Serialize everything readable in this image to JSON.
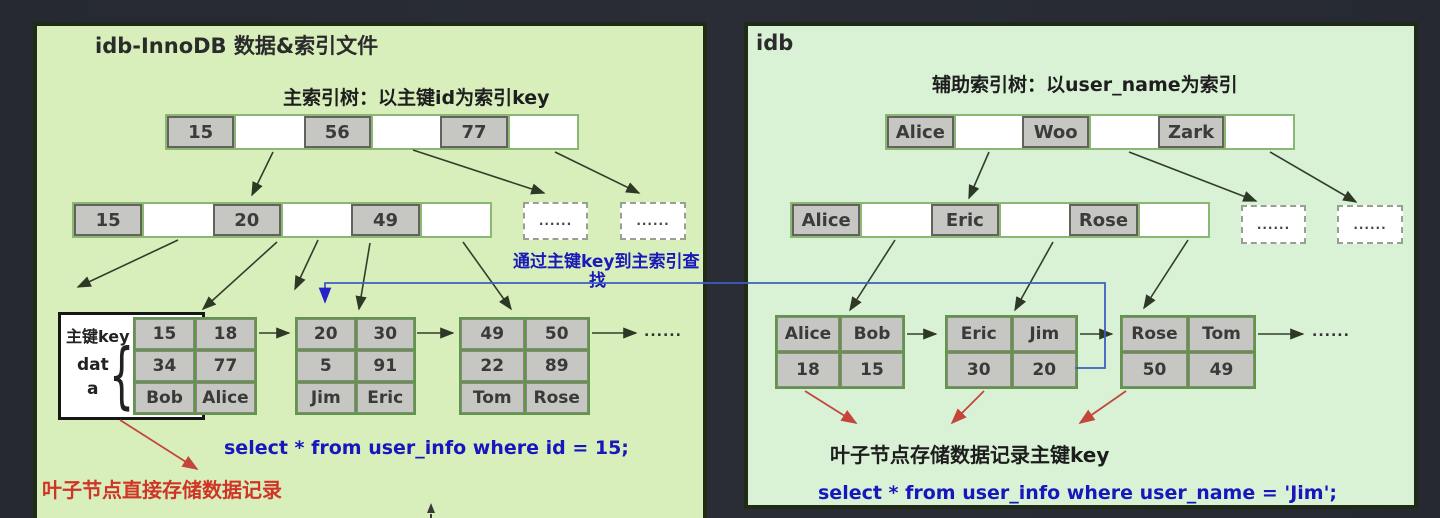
{
  "colors": {
    "panel_green_left": "#d8efbc",
    "panel_green_right": "#d9f2d6",
    "cell_gray": "#c6c6c2",
    "accent_blue": "#1717bd",
    "line_blue": "#3e5ec2",
    "accent_red": "#cf3426",
    "arrow_dark": "#333d2b"
  },
  "left": {
    "title": "idb-InnoDB 数据&索引文件",
    "subtitle": "主索引树：以主键id为索引key",
    "root": {
      "cells": [
        "15",
        "",
        "56",
        "",
        "77",
        ""
      ]
    },
    "level2": {
      "cells": [
        "15",
        "",
        "20",
        "",
        "49",
        ""
      ]
    },
    "ellipsis": "......",
    "trailing_ellipsis": "......",
    "label_box": {
      "key_label": "主键key",
      "data_line1": "dat",
      "data_line2": "a",
      "brace": "{"
    },
    "leaves": [
      {
        "rows": [
          [
            "15",
            "18"
          ],
          [
            "34",
            "77"
          ],
          [
            "Bob",
            "Alice"
          ]
        ]
      },
      {
        "rows": [
          [
            "20",
            "30"
          ],
          [
            "5",
            "91"
          ],
          [
            "Jim",
            "Eric"
          ]
        ]
      },
      {
        "rows": [
          [
            "49",
            "50"
          ],
          [
            "22",
            "89"
          ],
          [
            "Tom",
            "Rose"
          ]
        ]
      }
    ],
    "sql": "select  * from user_info  where id = 15;",
    "leaf_note": "叶子节点直接存储数据记录"
  },
  "middle": {
    "lookup_note_line1": "通过主键key到主索引查",
    "lookup_note_line2": "找"
  },
  "right": {
    "title": "idb",
    "subtitle": "辅助索引树：以user_name为索引",
    "root": {
      "cells": [
        "Alice",
        "",
        "Woo",
        "",
        "Zark",
        ""
      ]
    },
    "level2": {
      "cells": [
        "Alice",
        "",
        "Eric",
        "",
        "Rose",
        ""
      ]
    },
    "ellipsis": "......",
    "trailing_ellipsis": "......",
    "leaves": [
      {
        "rows": [
          [
            "Alice",
            "Bob"
          ],
          [
            "18",
            "15"
          ]
        ]
      },
      {
        "rows": [
          [
            "Eric",
            "Jim"
          ],
          [
            "30",
            "20"
          ]
        ]
      },
      {
        "rows": [
          [
            "Rose",
            "Tom"
          ],
          [
            "50",
            "49"
          ]
        ]
      }
    ],
    "leaf_note": "叶子节点存储数据记录主键key",
    "sql": "select  * from user_info  where user_name = 'Jim';"
  }
}
